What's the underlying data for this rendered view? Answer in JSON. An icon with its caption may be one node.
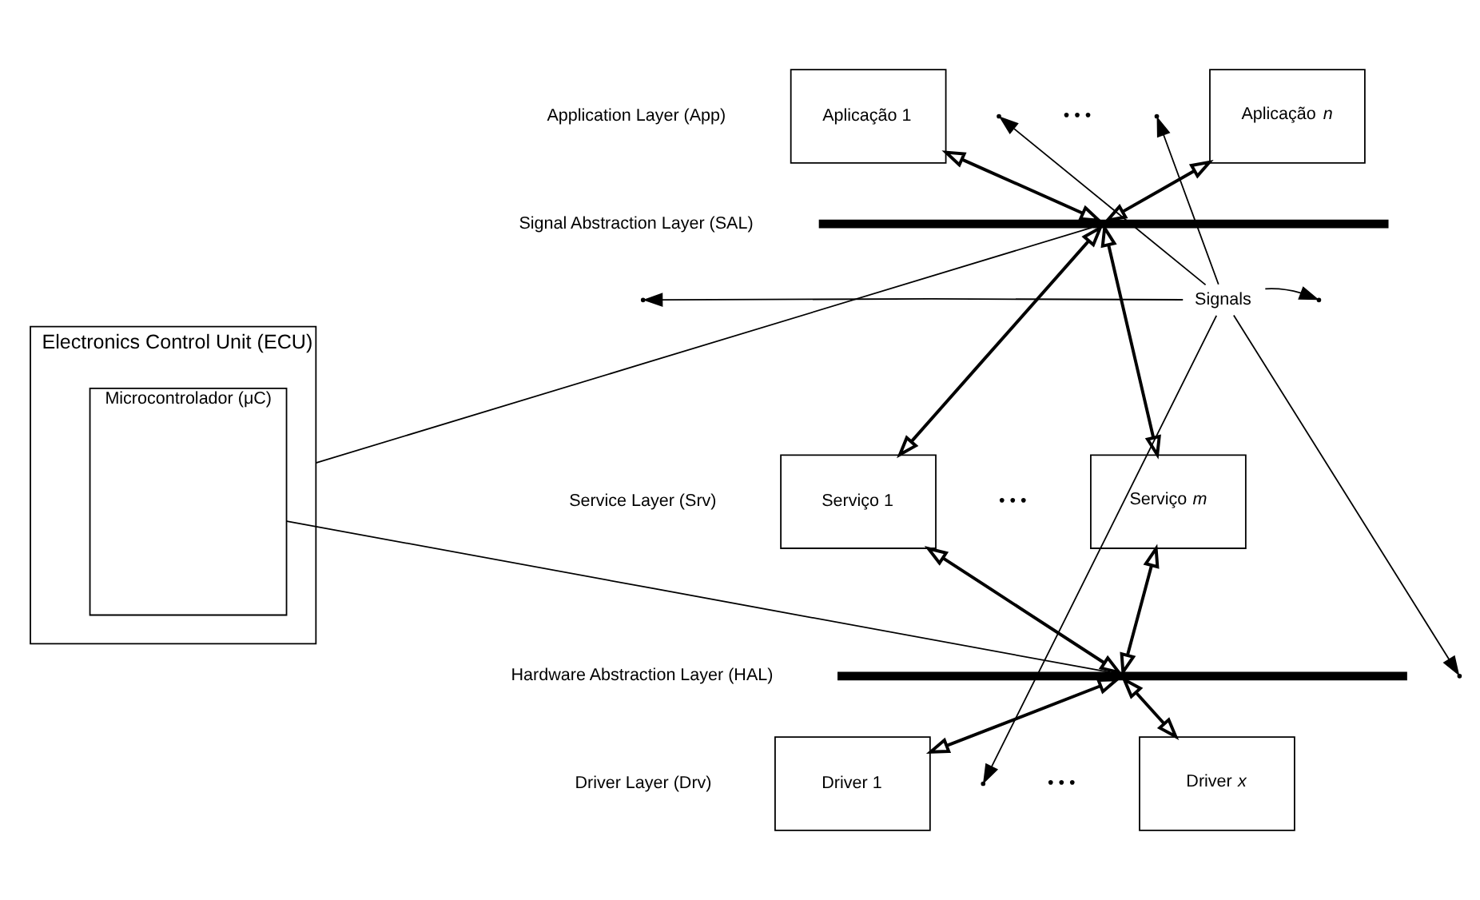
{
  "diagram": {
    "nodes": [
      {
        "text": [
          "Aplicação 1"
        ]
      },
      {
        "text": [
          "Aplicação *n*"
        ]
      },
      {
        "text": [
          "Electronics Control Unit (ECU)"
        ]
      },
      {
        "text": [
          "Microcontrolador (μC)"
        ],
        "in": 2
      },
      {
        "text": [],
        "shape": "bar"
      },
      {
        "text": [
          "Signals"
        ]
      },
      {
        "text": [
          "Serviço 1"
        ]
      },
      {
        "text": [
          "Serviço *m*"
        ]
      },
      {
        "text": [],
        "shape": "bar"
      },
      {
        "text": [
          "Driver 1"
        ]
      },
      {
        "text": [
          "Driver *x*"
        ]
      }
    ],
    "edges": [
      {
        "from": 0,
        "to": 4,
        "arrow": "both"
      },
      {
        "from": 1,
        "to": 4,
        "arrow": "both"
      },
      {
        "from": 4,
        "to": 2,
        "arrow": "none"
      },
      {
        "from": 4,
        "to": 6,
        "arrow": "both"
      },
      {
        "from": 4,
        "to": 7,
        "arrow": "both"
      },
      {
        "from": 6,
        "to": 8,
        "arrow": "both"
      },
      {
        "from": 7,
        "to": 8,
        "arrow": "both"
      },
      {
        "from": 8,
        "to": 3,
        "arrow": "none"
      },
      {
        "from": 8,
        "to": 9,
        "arrow": "both"
      },
      {
        "from": 8,
        "to": 10,
        "arrow": "both"
      },
      {
        "from": 5,
        "to": null,
        "arrow": "to"
      },
      {
        "from": 5,
        "to": null,
        "arrow": "to"
      },
      {
        "from": 5,
        "to": null,
        "arrow": "to"
      },
      {
        "from": 5,
        "to": null,
        "arrow": "to"
      },
      {
        "from": 5,
        "to": null,
        "arrow": "to"
      },
      {
        "from": 5,
        "to": null,
        "arrow": "to"
      }
    ],
    "labels": [
      "Application Layer (App)",
      "• • •",
      "Signal Abstraction Layer (SAL)",
      "Service Layer (Srv)",
      "• • •",
      "Hardware Abstraction Layer (HAL)",
      "Driver Layer (Drv)",
      "• • •"
    ]
  }
}
